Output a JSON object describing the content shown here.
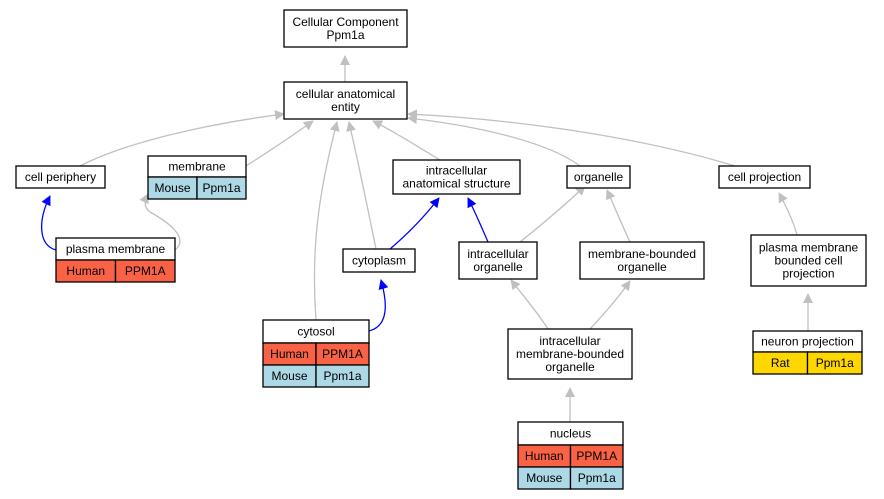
{
  "colors": {
    "human": "#fa6246",
    "mouse": "#add8e6",
    "rat": "#ffd700",
    "edge_gray": "#c0c0c0",
    "edge_blue": "#0000ff"
  },
  "nodes": {
    "root": {
      "lines": [
        "Cellular Component",
        "Ppm1a"
      ]
    },
    "cae": {
      "lines": [
        "cellular anatomical",
        "entity"
      ]
    },
    "cellper": {
      "lines": [
        "cell periphery"
      ]
    },
    "membrane": {
      "lines": [
        "membrane"
      ],
      "rows": [
        [
          "Mouse",
          "Ppm1a"
        ]
      ]
    },
    "ias": {
      "lines": [
        "intracellular",
        "anatomical structure"
      ]
    },
    "organelle": {
      "lines": [
        "organelle"
      ]
    },
    "cellproj": {
      "lines": [
        "cell projection"
      ]
    },
    "pm": {
      "lines": [
        "plasma membrane"
      ],
      "rows": [
        [
          "Human",
          "PPM1A"
        ]
      ]
    },
    "cyto": {
      "lines": [
        "cytoplasm"
      ]
    },
    "io": {
      "lines": [
        "intracellular",
        "organelle"
      ]
    },
    "mbo": {
      "lines": [
        "membrane-bounded",
        "organelle"
      ]
    },
    "pmbcp": {
      "lines": [
        "plasma membrane",
        "bounded cell",
        "projection"
      ]
    },
    "cytosol": {
      "lines": [
        "cytosol"
      ],
      "rows": [
        [
          "Human",
          "PPM1A"
        ],
        [
          "Mouse",
          "Ppm1a"
        ]
      ]
    },
    "imbo": {
      "lines": [
        "intracellular",
        "membrane-bounded",
        "organelle"
      ]
    },
    "neuron": {
      "lines": [
        "neuron projection"
      ],
      "rows": [
        [
          "Rat",
          "Ppm1a"
        ]
      ]
    },
    "nucleus": {
      "lines": [
        "nucleus"
      ],
      "rows": [
        [
          "Human",
          "PPM1A"
        ],
        [
          "Mouse",
          "Ppm1a"
        ]
      ]
    }
  }
}
